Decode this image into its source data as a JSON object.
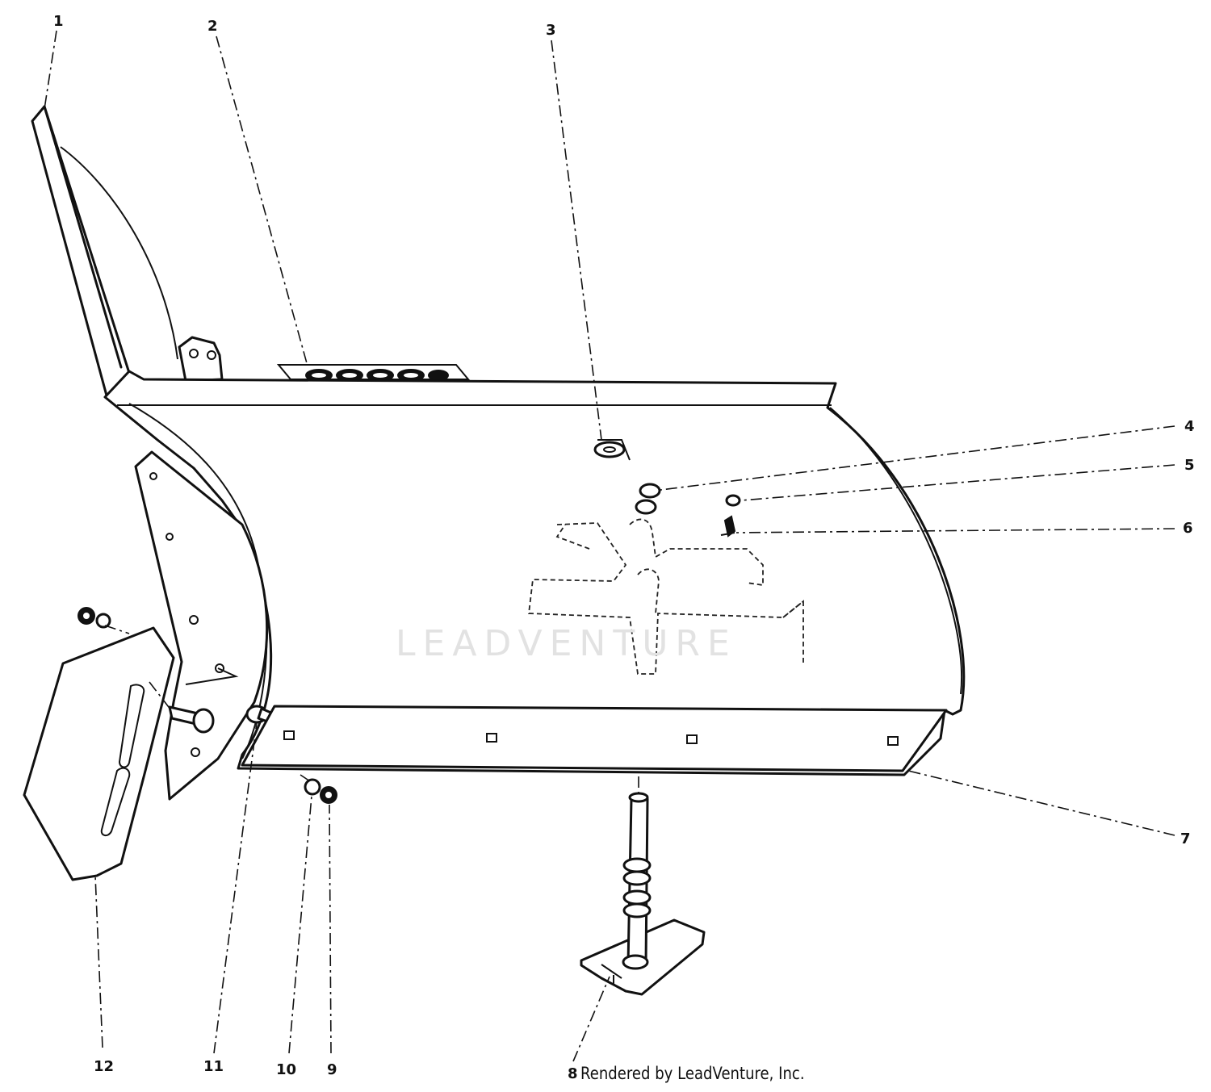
{
  "diagram": {
    "callouts": [
      "1",
      "2",
      "3",
      "4",
      "5",
      "6",
      "7",
      "8",
      "9",
      "10",
      "11",
      "12"
    ]
  },
  "watermark": {
    "text": "LEADVENTURE"
  },
  "footer": {
    "credit": "Rendered by LeadVenture, Inc."
  }
}
